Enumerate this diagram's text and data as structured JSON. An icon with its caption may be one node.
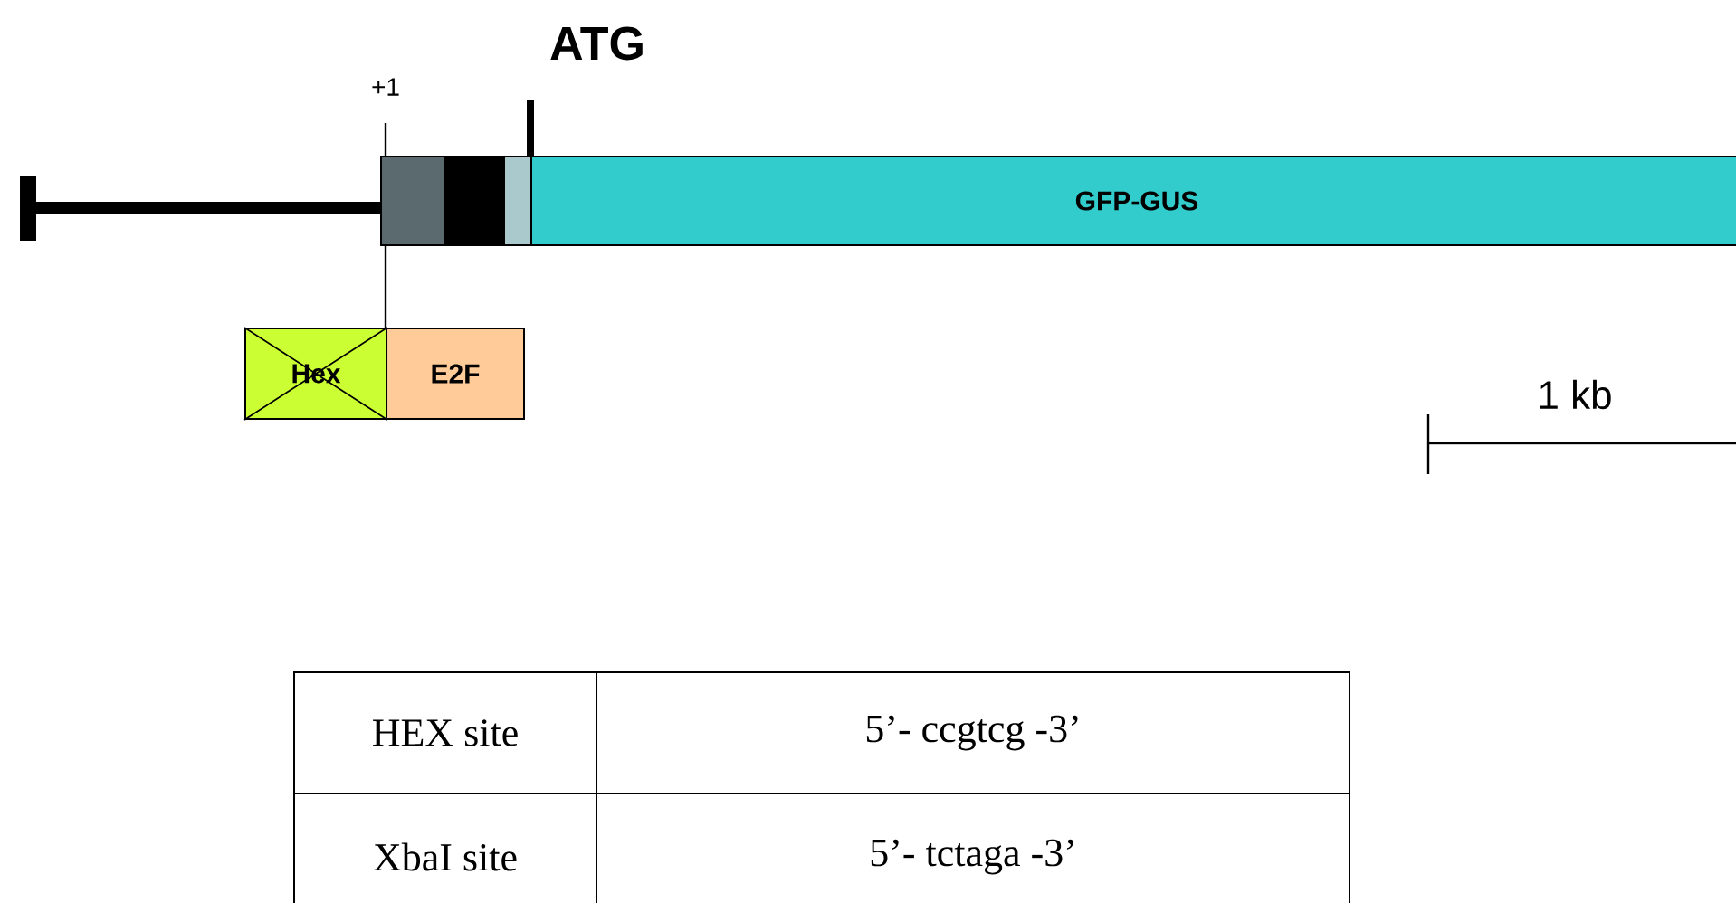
{
  "diagram": {
    "nodes": [
      {
        "text": [],
        "shape": "box"
      },
      {
        "text": [],
        "shape": "box"
      },
      {
        "text": [],
        "shape": "box"
      },
      {
        "text": [
          "GFP-GUS"
        ]
      },
      {
        "text": [
          "Hex"
        ]
      },
      {
        "text": [
          "E2F"
        ]
      }
    ],
    "labels": [
      "+1",
      "ATG",
      "1 kb",
      "HEX site",
      "5’- ccgtcg -3’",
      "XbaI site",
      "5’- tctaga -3’"
    ]
  }
}
